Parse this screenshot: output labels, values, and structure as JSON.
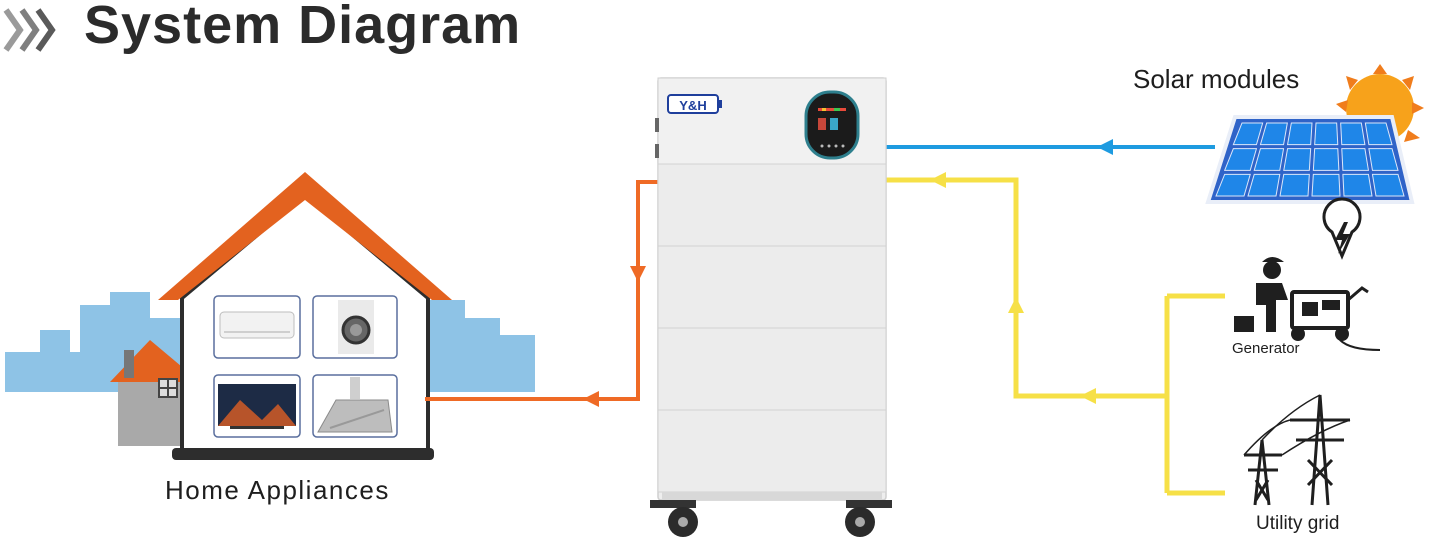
{
  "title": "System Diagram",
  "labels": {
    "home": "Home Appliances",
    "solar": "Solar modules",
    "generator": "Generator",
    "grid": "Utility grid"
  },
  "brand": "Y&H",
  "colors": {
    "solar_line": "#1e9be0",
    "ac_line": "#f6e047",
    "load_line": "#ef6a25",
    "roof": "#e3621f",
    "sun": "#f7a21b",
    "panel": "#1e73d6",
    "city": "#8ec3e6"
  },
  "icons": [
    "chevron-icon",
    "house-icon",
    "air-conditioner-icon",
    "washing-machine-icon",
    "tv-icon",
    "range-hood-icon",
    "battery-stack-icon",
    "solar-panel-icon",
    "sun-icon",
    "generator-icon",
    "lightning-icon",
    "power-tower-icon"
  ]
}
